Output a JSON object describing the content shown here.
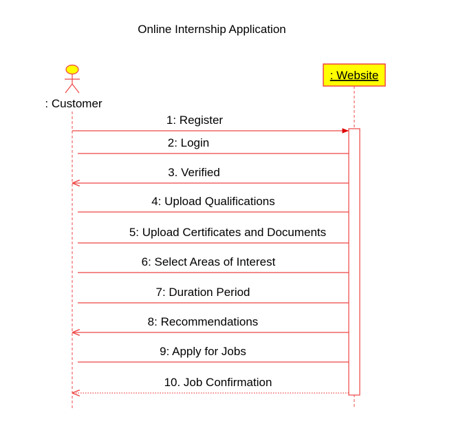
{
  "title": "Online Internship Application",
  "colors": {
    "line": "#ee4444",
    "actor_head_fill": "#ffff00",
    "object_box_fill": "#ffff00",
    "object_box_border": "#ee4444",
    "activation_fill": "#ffffff"
  },
  "participants": [
    {
      "id": "customer",
      "kind": "actor",
      "label": ": Customer",
      "icon": "stick-figure-icon"
    },
    {
      "id": "website",
      "kind": "object",
      "label": " : Website"
    }
  ],
  "messages": [
    {
      "label": "1: Register",
      "from": "customer",
      "to": "website",
      "style": "solid"
    },
    {
      "label": "2: Login",
      "from": "website",
      "to": "customer",
      "style": "solid"
    },
    {
      "label": "3. Verified",
      "from": "website",
      "to": "customer",
      "style": "solid"
    },
    {
      "label": "4: Upload Qualifications",
      "from": "website",
      "to": "customer",
      "style": "solid"
    },
    {
      "label": "5: Upload Certificates and Documents",
      "from": "website",
      "to": "customer",
      "style": "solid"
    },
    {
      "label": "6: Select Areas of Interest",
      "from": "website",
      "to": "customer",
      "style": "solid"
    },
    {
      "label": "7: Duration Period",
      "from": "website",
      "to": "customer",
      "style": "solid"
    },
    {
      "label": "8: Recommendations",
      "from": "website",
      "to": "customer",
      "style": "solid"
    },
    {
      "label": "9: Apply for Jobs",
      "from": "website",
      "to": "customer",
      "style": "solid"
    },
    {
      "label": "10. Job Confirmation",
      "from": "website",
      "to": "customer",
      "style": "dotted"
    }
  ]
}
